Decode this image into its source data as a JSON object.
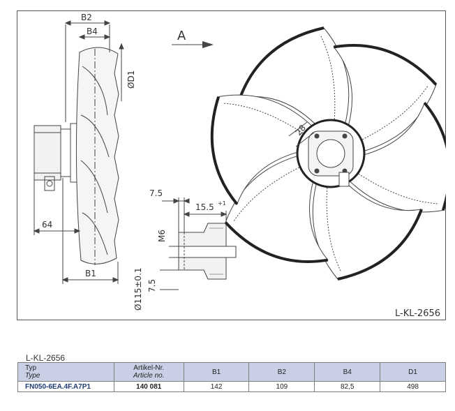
{
  "drawing": {
    "view_label": "A",
    "dims": {
      "b2": "B2",
      "b4": "B4",
      "d1": "ØD1",
      "b1": "B1",
      "dim_64": "64",
      "dim_7_5_top": "7.5",
      "dim_15_5": "15.5",
      "dim_15_5_sup": "+1",
      "dim_m6": "M6",
      "dim_115": "Ø115±0.1",
      "dim_7_5_side": "7.5",
      "dim_28": "28"
    },
    "drawing_code": "L-KL-2656"
  },
  "table": {
    "caption": "L-KL-2656",
    "headers": {
      "type_label": "Typ",
      "type_sub": "Type",
      "article_label": "Artikel-Nr.",
      "article_sub": "Article no.",
      "b1": "B1",
      "b2": "B2",
      "b4": "B4",
      "d1": "D1"
    },
    "row": {
      "type": "FN050-6EA.4F.A7P1",
      "article": "140 081",
      "b1": "142",
      "b2": "109",
      "b4": "82,5",
      "d1": "498"
    }
  }
}
